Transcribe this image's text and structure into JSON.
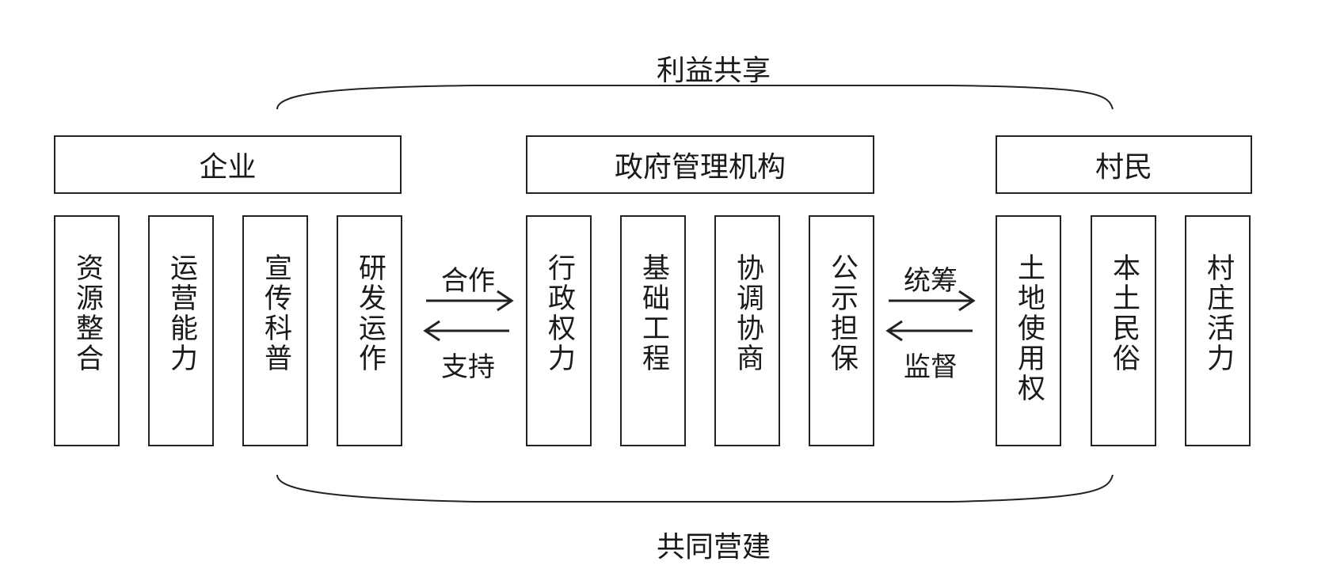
{
  "top_label": "利益共享",
  "bottom_label": "共同营建",
  "groups": {
    "enterprise": {
      "title": "企业",
      "items": [
        "资源整合",
        "运营能力",
        "宣传科普",
        "研发运作"
      ]
    },
    "government": {
      "title": "政府管理机构",
      "items": [
        "行政权力",
        "基础工程",
        "协调协商",
        "公示担保"
      ]
    },
    "villagers": {
      "title": "村民",
      "items": [
        "土地使用权",
        "本土民俗",
        "村庄活力"
      ]
    }
  },
  "arrows": {
    "left_forward": "合作",
    "left_back": "支持",
    "right_forward": "统筹",
    "right_back": "监督"
  }
}
